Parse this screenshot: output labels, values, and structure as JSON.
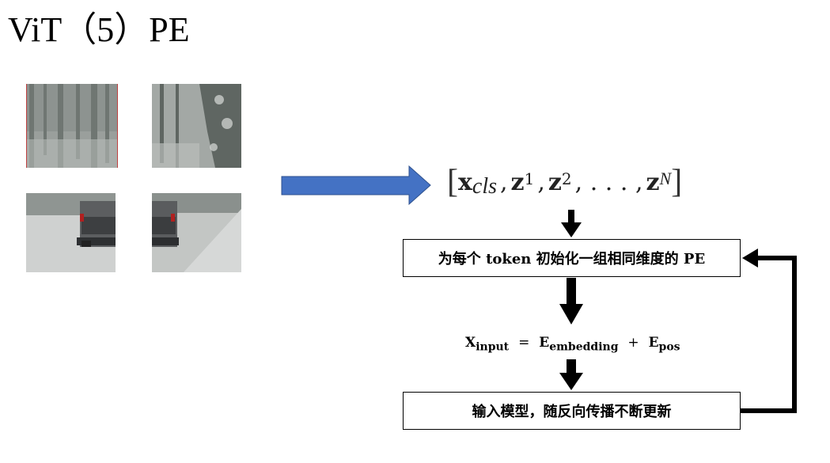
{
  "slide": {
    "title": "ViT（5）PE"
  },
  "formula": {
    "open_bracket": "[",
    "x_letter": "x",
    "x_sub": "cls",
    "comma": ",",
    "z_letter": "z",
    "sup1": "1",
    "sup2": "2",
    "ellipsis": ", . . . ,",
    "supN": "N",
    "close_bracket": "]"
  },
  "steps": {
    "box1_text": "为每个 token 初始化一组相同维度的 PE",
    "eq_lhs": "X",
    "eq_lhs_sub": "input",
    "eq_equals": "=",
    "eq_term1": "E",
    "eq_term1_sub": "embedding",
    "eq_plus": "+",
    "eq_term2": "E",
    "eq_term2_sub": "pos",
    "box2_text": "输入模型，随反向传播不断更新"
  },
  "colors": {
    "blue_arrow": "#4472c4",
    "arrow": "#000000"
  }
}
